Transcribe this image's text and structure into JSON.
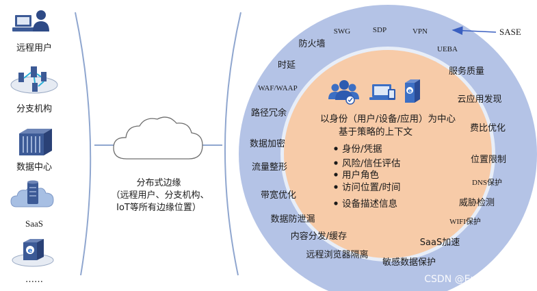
{
  "left_column": {
    "items": [
      {
        "label": "远程用户",
        "icon": "remote-user-icon"
      },
      {
        "label": "分支机构",
        "icon": "branch-network-icon"
      },
      {
        "label": "数据中心",
        "icon": "datacenter-server-icon"
      },
      {
        "label": "SaaS",
        "icon": "saas-cloud-server-icon"
      },
      {
        "label": "……",
        "icon": "web-app-icon"
      }
    ]
  },
  "edge": {
    "title": "分布式边缘",
    "line2": "（远程用户、分支机构、",
    "line3": "IoT等所有边缘位置）"
  },
  "sase_label": "SASE",
  "outer_ring": {
    "color": "#b4c3e6",
    "services": [
      "SWG",
      "SDP",
      "VPN",
      "UEBA",
      "服务质量",
      "云应用发现",
      "费比优化",
      "位置限制",
      "DNS保护",
      "威胁检测",
      "WIFI保护",
      "SaaS加速",
      "敏感数据保护",
      "远程浏览器隔离",
      "内容分发/缓存",
      "数据防泄漏",
      "带宽优化",
      "流量整形",
      "数据加密",
      "路径冗余",
      "WAF/WAAP",
      "时延",
      "防火墙"
    ]
  },
  "inner_circle": {
    "color": "#f7cba8",
    "icons": [
      "user-group-icon",
      "devices-icon",
      "application-icon"
    ],
    "title_line1": "以身份（用户/设备/应用）为中心",
    "title_line2": "基于策略的上下文",
    "bullets": [
      "身份/凭据",
      "风险/信任评估",
      "用户角色",
      "访问位置/时间",
      "设备描述信息"
    ]
  },
  "watermark": "CSDN @Enlink_Young"
}
